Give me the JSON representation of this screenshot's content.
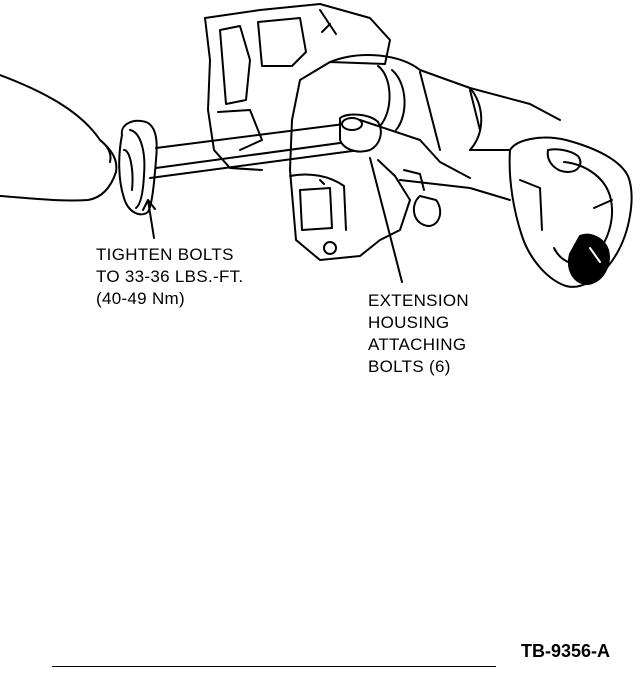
{
  "callouts": {
    "torque": {
      "lines": [
        "TIGHTEN BOLTS",
        "TO 33-36 LBS.-FT.",
        "(40-49 Nm)"
      ]
    },
    "extension": {
      "lines": [
        "EXTENSION",
        "HOUSING",
        "ATTACHING",
        "BOLTS (6)"
      ]
    }
  },
  "figure_id": "TB-9356-A",
  "colors": {
    "ink": "#000000",
    "paper": "#ffffff"
  }
}
